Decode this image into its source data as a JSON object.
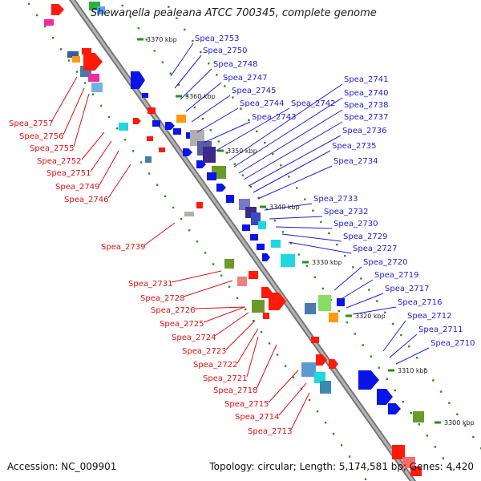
{
  "title": "Shewanella pealeana ATCC 700345, complete genome",
  "accession_text": "Accession: NC_009901",
  "topology_text": "Topology: circular; Length: 5,174,581 bp; Genes: 4,420",
  "colors": {
    "backbone": "#8a8a8a",
    "tick": "#2e8b1e",
    "right_label": "#1f1fd8",
    "left_label": "#e01010",
    "gene_blue": "#0a14e6",
    "gene_red": "#ff1a0a",
    "gene_green": "#6b9a2a",
    "gene_cyan": "#22d6e0",
    "gene_purple": "#3a2a8a",
    "gene_orange": "#ff9a10",
    "gene_grey": "#c8c8c8",
    "gene_pink": "#ee2ca0"
  },
  "ticks": [
    "3370 kbp",
    "3360 kbp",
    "3350 kbp",
    "3340 kbp",
    "3330 kbp",
    "3320 kbp",
    "3310 kbp",
    "3300 kbp"
  ],
  "right_labels": [
    "Spea_2753",
    "Spea_2750",
    "Spea_2748",
    "Spea_2747",
    "Spea_2745",
    "Spea_2744",
    "Spea_2743",
    "Spea_2742",
    "Spea_2741",
    "Spea_2740",
    "Spea_2738",
    "Spea_2737",
    "Spea_2736",
    "Spea_2735",
    "Spea_2734",
    "Spea_2733",
    "Spea_2732",
    "Spea_2730",
    "Spea_2729",
    "Spea_2727",
    "Spea_2720",
    "Spea_2719",
    "Spea_2717",
    "Spea_2716",
    "Spea_2712",
    "Spea_2711",
    "Spea_2710"
  ],
  "left_labels": [
    "Spea_2757",
    "Spea_2756",
    "Spea_2755",
    "Spea_2752",
    "Spea_2751",
    "Spea_2749",
    "Spea_2746",
    "Spea_2739",
    "Spea_2731",
    "Spea_2728",
    "Spea_2726",
    "Spea_2725",
    "Spea_2724",
    "Spea_2723",
    "Spea_2722",
    "Spea_2721",
    "Spea_2718",
    "Spea_2715",
    "Spea_2714",
    "Spea_2713"
  ]
}
